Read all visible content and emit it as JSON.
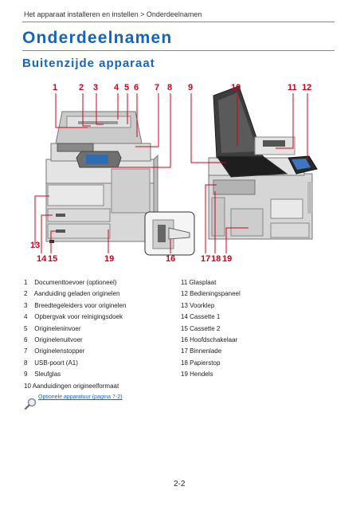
{
  "breadcrumb": "Het apparaat installeren en instellen > Onderdeelnamen",
  "title": "Onderdeelnamen",
  "subtitle": "Buitenzijde apparaat",
  "callouts": [
    "1",
    "2",
    "3",
    "4",
    "5",
    "6",
    "7",
    "8",
    "9",
    "10",
    "11",
    "12",
    "13",
    "14",
    "15",
    "19",
    "16",
    "17",
    "18",
    "19"
  ],
  "parts_left": [
    {
      "num": "1",
      "label": "Documenttoevoer (optioneel)"
    },
    {
      "num": "2",
      "label": "Aanduiding geladen originelen"
    },
    {
      "num": "3",
      "label": "Breedtegeleiders voor originelen"
    },
    {
      "num": "4",
      "label": "Opbergvak voor reinigingsdoek"
    },
    {
      "num": "5",
      "label": "Origineleninvoer"
    },
    {
      "num": "6",
      "label": "Originelenuitvoer"
    },
    {
      "num": "7",
      "label": "Originelenstopper"
    },
    {
      "num": "8",
      "label": "USB-poort (A1)"
    },
    {
      "num": "9",
      "label": "Sleufglas"
    },
    {
      "num": "10",
      "label": "Aanduidingen origineelformaat"
    }
  ],
  "parts_right": [
    {
      "num": "11",
      "label": "Glasplaat"
    },
    {
      "num": "12",
      "label": "Bedieningspaneel"
    },
    {
      "num": "13",
      "label": "Voorklep"
    },
    {
      "num": "14",
      "label": "Cassette 1"
    },
    {
      "num": "15",
      "label": "Cassette 2"
    },
    {
      "num": "16",
      "label": "Hoofdschakelaar"
    },
    {
      "num": "17",
      "label": "Binnenlade"
    },
    {
      "num": "18",
      "label": "Papierstop"
    },
    {
      "num": "19",
      "label": "Hendels"
    }
  ],
  "link_text": "Optionele apparatuur (pagina 7-2)",
  "page_number": "2-2",
  "colors": {
    "accent": "#1565c0",
    "callout": "#d0021b"
  },
  "icons": {
    "link": "magnifier-icon"
  }
}
